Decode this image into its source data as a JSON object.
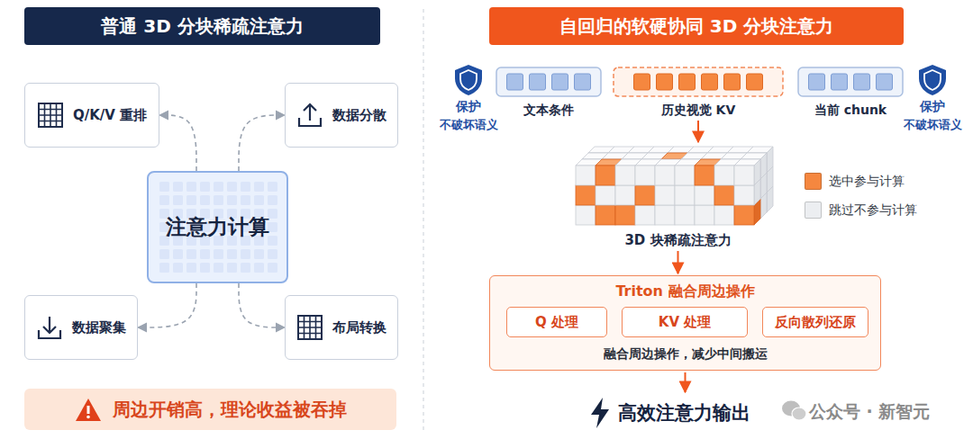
{
  "diagram": {
    "nodes": [
      {
        "text": [
          "普通 3D 分块稀疏注意力"
        ]
      },
      {
        "text": [
          "Q/K/V 重排"
        ]
      },
      {
        "text": [
          "数据分散"
        ]
      },
      {
        "text": [
          "注意力计算"
        ]
      },
      {
        "text": [
          "数据聚集"
        ]
      },
      {
        "text": [
          "布局转换"
        ]
      },
      {
        "text": [
          "周边开销高，理论收益被吞掉"
        ]
      },
      {
        "text": [
          "自回归的软硬协同 3D 分块注意力"
        ]
      },
      {
        "text": [
          "文本条件"
        ]
      },
      {
        "text": [
          "历史视觉 KV"
        ]
      },
      {
        "text": [
          "当前 chunk"
        ]
      },
      {
        "text": [
          "3D 块稀疏注意力"
        ]
      },
      {
        "text": [
          "Triton 融合周边操作",
          "融合周边操作，减少中间搬运"
        ]
      },
      {
        "text": [
          "Q 处理"
        ],
        "in": 12
      },
      {
        "text": [
          "KV 处理"
        ],
        "in": 12
      },
      {
        "text": [
          "反向散列还原"
        ],
        "in": 12
      },
      {
        "text": [
          "高效注意力输出"
        ]
      }
    ],
    "edges": [
      {
        "from": 3,
        "to": 1,
        "arrow": "to"
      },
      {
        "from": 3,
        "to": 2,
        "arrow": "to"
      },
      {
        "from": 3,
        "to": 4,
        "arrow": "to"
      },
      {
        "from": 3,
        "to": 5,
        "arrow": "to"
      },
      {
        "from": 9,
        "to": 11,
        "arrow": "to"
      },
      {
        "from": 11,
        "to": 12,
        "arrow": "to"
      },
      {
        "from": 12,
        "to": 16,
        "arrow": "to"
      }
    ],
    "labels": [
      "保护",
      "不破坏语义",
      "保护",
      "不破坏语义",
      "公众号 · 新智元"
    ],
    "legend": [
      {
        "text": "选中参与计算",
        "color": "#f5873f"
      },
      {
        "text": "跳过不参与计算",
        "color": "#eceef1"
      }
    ]
  }
}
